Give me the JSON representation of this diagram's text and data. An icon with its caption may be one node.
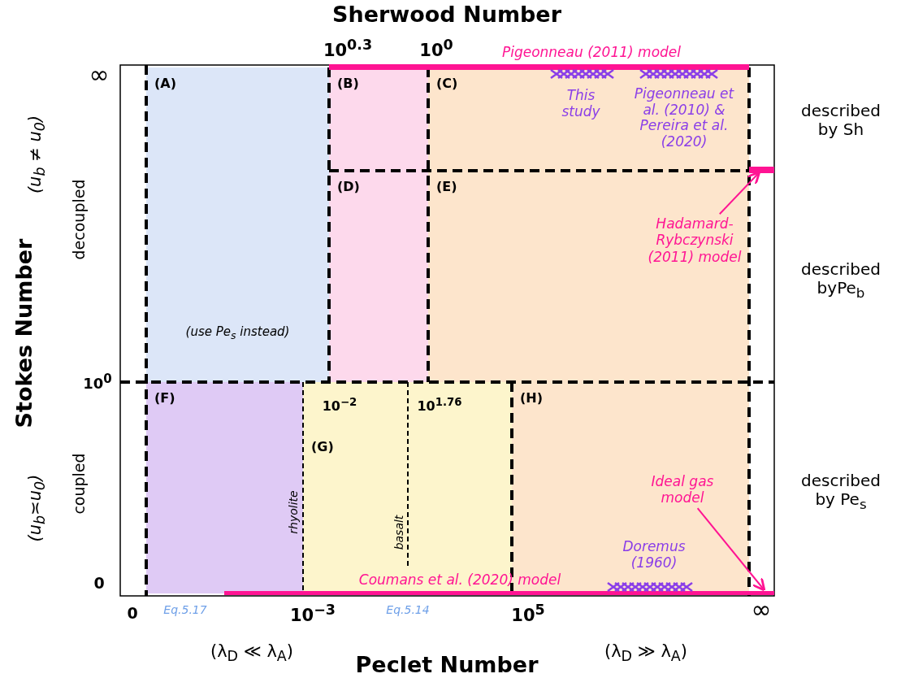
{
  "diagram": {
    "nodes": [
      {
        "text": [
          "(A)",
          "(use Pe$_{s}$ instead)"
        ]
      },
      {
        "text": [
          "(B)"
        ]
      },
      {
        "text": [
          "(C)"
        ]
      },
      {
        "text": [
          "(D)"
        ]
      },
      {
        "text": [
          "(E)"
        ]
      },
      {
        "text": [
          "(F)"
        ]
      },
      {
        "text": [
          "(G)"
        ]
      },
      {
        "text": [
          "(H)"
        ]
      },
      {
        "text": [
          "Hadamard-Rybczynski (2011) model"
        ],
        "in": 4
      },
      {
        "text": [],
        "shape": "bar"
      },
      {
        "text": [
          "Ideal gas model"
        ],
        "in": 7
      }
    ],
    "edges": [
      {
        "from": 8,
        "to": 9,
        "arrow": "to"
      },
      {
        "from": 10,
        "to": null,
        "arrow": "to"
      }
    ],
    "labels": [
      "Sherwood Number",
      "10$^{0.3}$",
      "10$^{0}$",
      "Pigeonneau (2011) model",
      "This study",
      "Pigeonneau et al. (2010) & Pereira et al. (2020)",
      "∞",
      "(u$_{b}$ ≠ u$_{0}$)",
      "decoupled",
      "Stokes Number",
      "10$^{0}$",
      "(u$_{b}$≍u$_{0}$)",
      "coupled",
      "0",
      "described by Sh",
      "described byPe$_{b}$",
      "10$^{−2}$",
      "10$^{1.76}$",
      "rhyolite",
      "basalt",
      "described by Pe$_{s}$",
      "Doremus (1960)",
      "Coumans et al. (2020) model",
      "0",
      "Eq.5.17",
      "10$^{−3}$",
      "Eq.5.14",
      "10$^{5}$",
      "∞",
      "(λ$_{D}$ ≪ λ$_{A}$)",
      "Peclet Number",
      "(λ$_{D}$ ≫ λ$_{A}$)"
    ]
  }
}
